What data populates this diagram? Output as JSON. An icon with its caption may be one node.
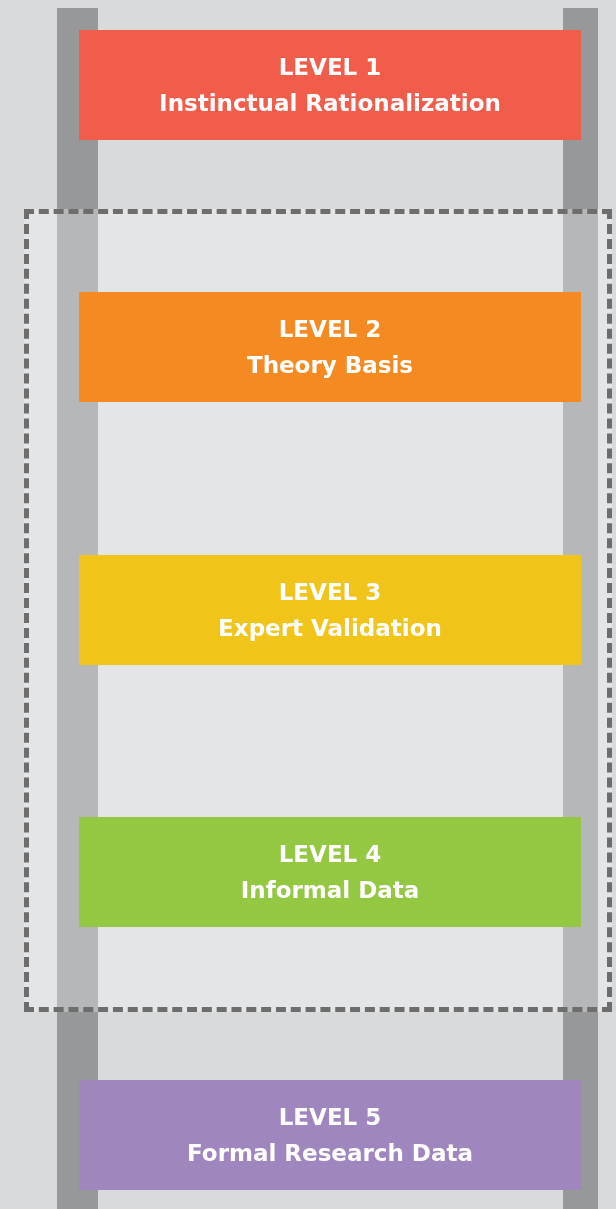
{
  "diagram": {
    "nodes": [
      {
        "text": [
          "LEVEL 1",
          "Instinctual Rationalization"
        ]
      },
      {
        "text": [],
        "shape": "box"
      },
      {
        "text": [
          "LEVEL 2",
          "Theory Basis"
        ],
        "in": 1
      },
      {
        "text": [
          "LEVEL 3",
          "Expert Validation"
        ],
        "in": 1
      },
      {
        "text": [
          "LEVEL 4",
          "Informal Data"
        ],
        "in": 1
      },
      {
        "text": [
          "LEVEL 5",
          "Formal Research Data"
        ]
      }
    ]
  }
}
